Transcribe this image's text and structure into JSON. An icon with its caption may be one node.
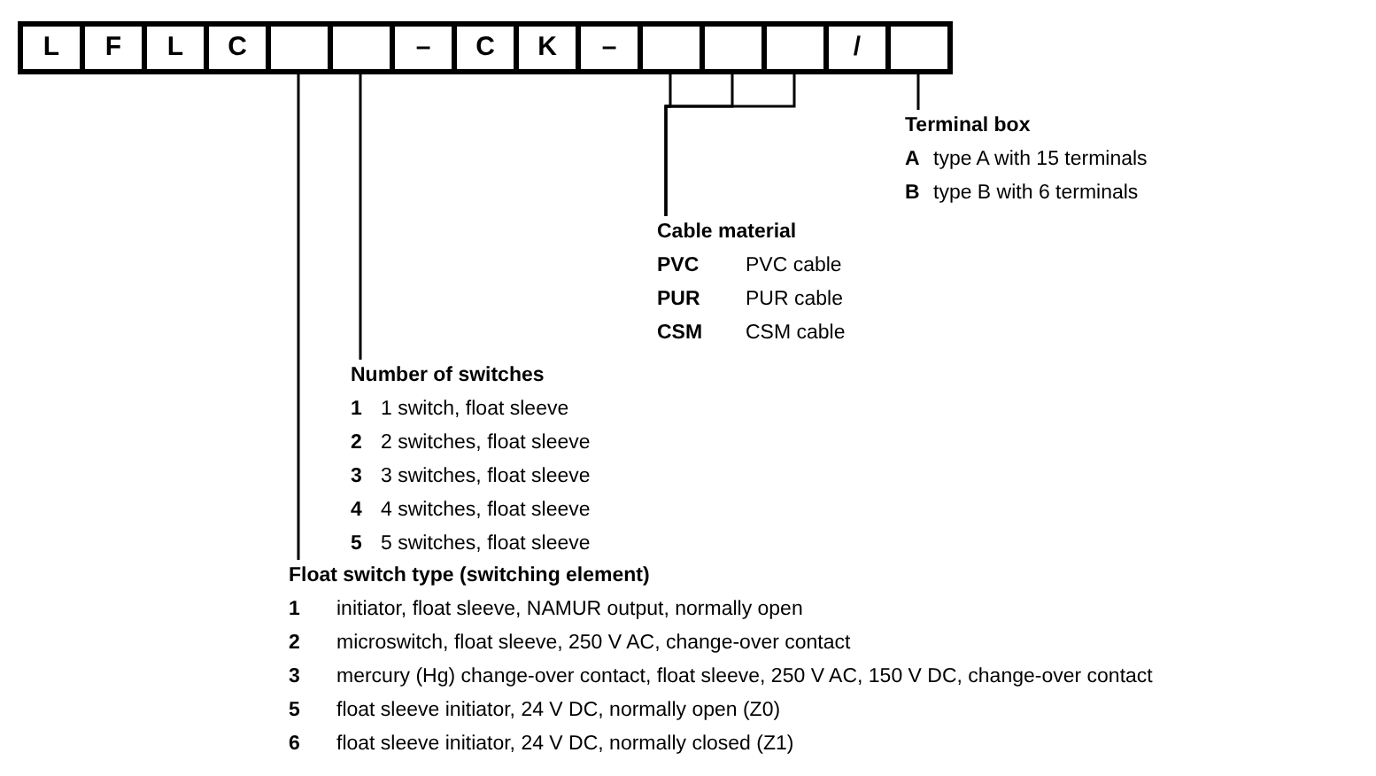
{
  "diagram": {
    "nodes": [
      {
        "text": [
          "L"
        ]
      },
      {
        "text": [
          "F"
        ]
      },
      {
        "text": [
          "L"
        ]
      },
      {
        "text": [
          "C"
        ]
      },
      {
        "text": [],
        "shape": "box"
      },
      {
        "text": [],
        "shape": "box"
      },
      {
        "text": [
          "–"
        ]
      },
      {
        "text": [
          "C"
        ]
      },
      {
        "text": [
          "K"
        ]
      },
      {
        "text": [
          "–"
        ]
      },
      {
        "text": [],
        "shape": "box"
      },
      {
        "text": [],
        "shape": "box"
      },
      {
        "text": [],
        "shape": "box"
      },
      {
        "text": [
          "/"
        ]
      },
      {
        "text": [],
        "shape": "box"
      },
      {
        "text": [
          "Terminal box",
          "A",
          "type A with 15 terminals",
          "B",
          "type B with 6 terminals"
        ]
      },
      {
        "text": [
          "Cable material",
          "PVC",
          "PVC cable",
          "PUR",
          "PUR cable",
          "CSM",
          "CSM cable"
        ]
      },
      {
        "text": [
          "Number of switches",
          "1",
          "1 switch, float sleeve",
          "2",
          "2 switches, float sleeve",
          "3",
          "3 switches, float sleeve",
          "4",
          "4 switches, float sleeve",
          "5",
          "5 switches, float sleeve"
        ]
      },
      {
        "text": [
          "Float switch type (switching element)",
          "1",
          "initiator, float sleeve, NAMUR output, normally open",
          "2",
          "microswitch, float sleeve, 250 V AC, change-over contact",
          "3",
          "mercury (Hg) change-over contact, float sleeve, 250 V AC, 150 V DC, change-over contact",
          "5",
          "float sleeve initiator, 24 V DC, normally open (Z0)",
          "6",
          "float sleeve initiator, 24 V DC, normally closed (Z1)"
        ]
      }
    ],
    "edges": [
      {
        "from": 14,
        "to": 15,
        "arrow": "none"
      },
      {
        "from": 10,
        "to": 16,
        "arrow": "none"
      },
      {
        "from": 11,
        "to": 16,
        "arrow": "none"
      },
      {
        "from": 12,
        "to": 16,
        "arrow": "none"
      },
      {
        "from": 5,
        "to": 17,
        "arrow": "none"
      },
      {
        "from": 4,
        "to": 18,
        "arrow": "none"
      }
    ]
  }
}
